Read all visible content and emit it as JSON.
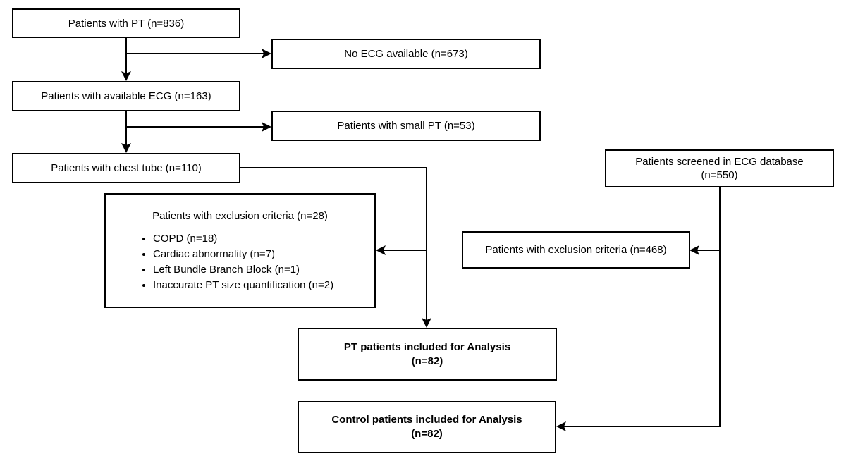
{
  "diagram": {
    "background_color": "#ffffff",
    "line_color": "#000000",
    "text_color": "#000000",
    "boxes": {
      "pt_patients": {
        "label": "Patients with PT (n=836)"
      },
      "no_ecg": {
        "label": "No ECG available (n=673)"
      },
      "available_ecg": {
        "label": "Patients with available ECG (n=163)"
      },
      "small_pt": {
        "label": "Patients with small PT (n=53)"
      },
      "chest_tube": {
        "label": "Patients with chest tube (n=110)"
      },
      "pt_exclusion": {
        "title": "Patients with exclusion criteria (n=28)",
        "items": [
          "COPD (n=18)",
          "Cardiac abnormality (n=7)",
          "Left Bundle Branch Block (n=1)",
          "Inaccurate PT size quantification (n=2)"
        ]
      },
      "ecg_database": {
        "line1": "Patients screened in ECG database",
        "line2": "(n=550)"
      },
      "control_exclusion": {
        "label": "Patients with exclusion criteria (n=468)"
      },
      "pt_included": {
        "line1": "PT patients included for Analysis",
        "line2": "(n=82)"
      },
      "control_included": {
        "line1": "Control patients included for Analysis",
        "line2": "(n=82)"
      }
    }
  }
}
